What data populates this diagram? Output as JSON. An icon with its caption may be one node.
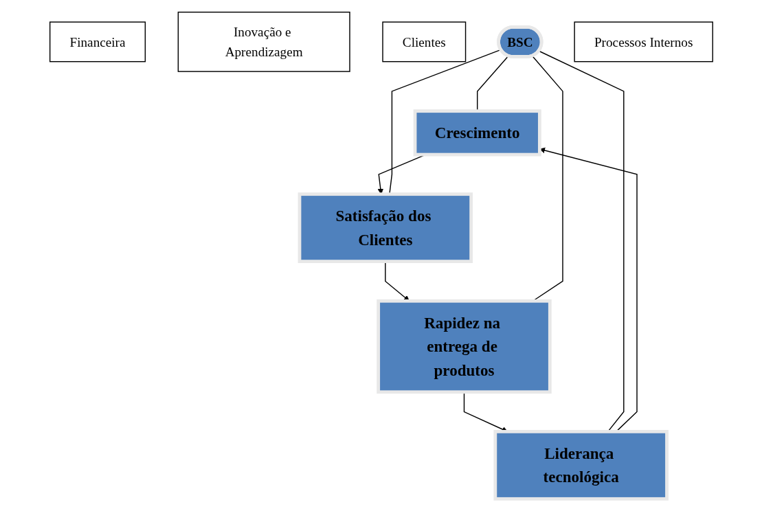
{
  "diagram": {
    "nodes": [
      {
        "text": [
          "Financeira"
        ]
      },
      {
        "text": [
          "Inovação e Aprendizagem"
        ]
      },
      {
        "text": [
          "Crescimento"
        ]
      },
      {
        "text": [
          "Clientes"
        ]
      },
      {
        "text": [
          "Liderança tecnológica"
        ]
      },
      {
        "text": [
          "BSC"
        ]
      },
      {
        "text": [
          "Satisfação dos Clientes"
        ]
      },
      {
        "text": [
          "Rapidez na entrega de produtos"
        ]
      },
      {
        "text": [
          "Processos Internos"
        ]
      }
    ],
    "edges": [
      {
        "from": 4,
        "to": 2,
        "arrow": "to"
      },
      {
        "from": 2,
        "to": 6,
        "arrow": "to"
      },
      {
        "from": 6,
        "to": 7,
        "arrow": "to"
      },
      {
        "from": 7,
        "to": 4,
        "arrow": "to"
      },
      {
        "from": 5,
        "to": 2,
        "arrow": "none"
      },
      {
        "from": 5,
        "to": 4,
        "arrow": "none"
      },
      {
        "from": 5,
        "to": 6,
        "arrow": "none"
      },
      {
        "from": 5,
        "to": 7,
        "arrow": "none"
      }
    ]
  }
}
